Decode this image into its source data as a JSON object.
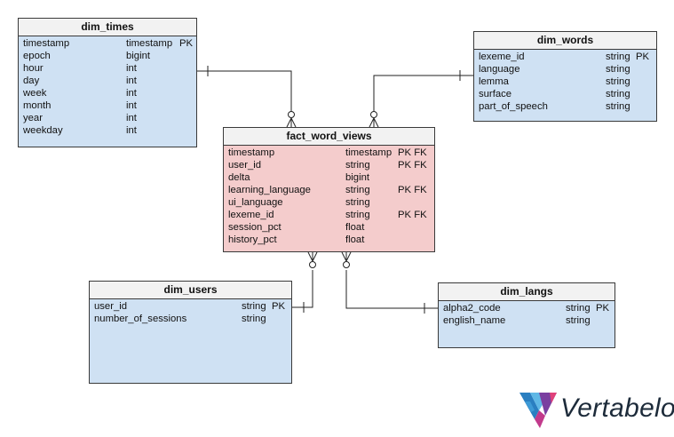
{
  "tables": {
    "dim_times": {
      "name": "dim_times",
      "columns": [
        {
          "name": "timestamp",
          "type": "timestamp",
          "keys": "PK"
        },
        {
          "name": "epoch",
          "type": "bigint",
          "keys": ""
        },
        {
          "name": "hour",
          "type": "int",
          "keys": ""
        },
        {
          "name": "day",
          "type": "int",
          "keys": ""
        },
        {
          "name": "week",
          "type": "int",
          "keys": ""
        },
        {
          "name": "month",
          "type": "int",
          "keys": ""
        },
        {
          "name": "year",
          "type": "int",
          "keys": ""
        },
        {
          "name": "weekday",
          "type": "int",
          "keys": ""
        }
      ]
    },
    "dim_words": {
      "name": "dim_words",
      "columns": [
        {
          "name": "lexeme_id",
          "type": "string",
          "keys": "PK"
        },
        {
          "name": "language",
          "type": "string",
          "keys": ""
        },
        {
          "name": "lemma",
          "type": "string",
          "keys": ""
        },
        {
          "name": "surface",
          "type": "string",
          "keys": ""
        },
        {
          "name": "part_of_speech",
          "type": "string",
          "keys": ""
        }
      ]
    },
    "fact_word_views": {
      "name": "fact_word_views",
      "columns": [
        {
          "name": "timestamp",
          "type": "timestamp",
          "keys": "PK FK"
        },
        {
          "name": "user_id",
          "type": "string",
          "keys": "PK FK"
        },
        {
          "name": "delta",
          "type": "bigint",
          "keys": ""
        },
        {
          "name": "learning_language",
          "type": "string",
          "keys": "PK FK"
        },
        {
          "name": "ui_language",
          "type": "string",
          "keys": ""
        },
        {
          "name": "lexeme_id",
          "type": "string",
          "keys": "PK FK"
        },
        {
          "name": "session_pct",
          "type": "float",
          "keys": ""
        },
        {
          "name": "history_pct",
          "type": "float",
          "keys": ""
        }
      ]
    },
    "dim_users": {
      "name": "dim_users",
      "columns": [
        {
          "name": "user_id",
          "type": "string",
          "keys": "PK"
        },
        {
          "name": "number_of_sessions",
          "type": "string",
          "keys": ""
        }
      ]
    },
    "dim_langs": {
      "name": "dim_langs",
      "columns": [
        {
          "name": "alpha2_code",
          "type": "string",
          "keys": "PK"
        },
        {
          "name": "english_name",
          "type": "string",
          "keys": ""
        }
      ]
    }
  },
  "relationships": [
    {
      "from": "dim_times",
      "to": "fact_word_views",
      "from_end": "one",
      "to_end": "zero-or-many"
    },
    {
      "from": "dim_words",
      "to": "fact_word_views",
      "from_end": "one",
      "to_end": "zero-or-many"
    },
    {
      "from": "dim_users",
      "to": "fact_word_views",
      "from_end": "one",
      "to_end": "zero-or-many"
    },
    {
      "from": "dim_langs",
      "to": "fact_word_views",
      "from_end": "one",
      "to_end": "zero-or-many"
    }
  ],
  "colors": {
    "dimension_fill": "#cfe1f3",
    "fact_fill": "#f4cccc",
    "header_fill": "#f2f2f2",
    "border": "#3a3a3a"
  },
  "logo": {
    "text": "Vertabelo",
    "icon": "vertabelo-logo-icon"
  }
}
